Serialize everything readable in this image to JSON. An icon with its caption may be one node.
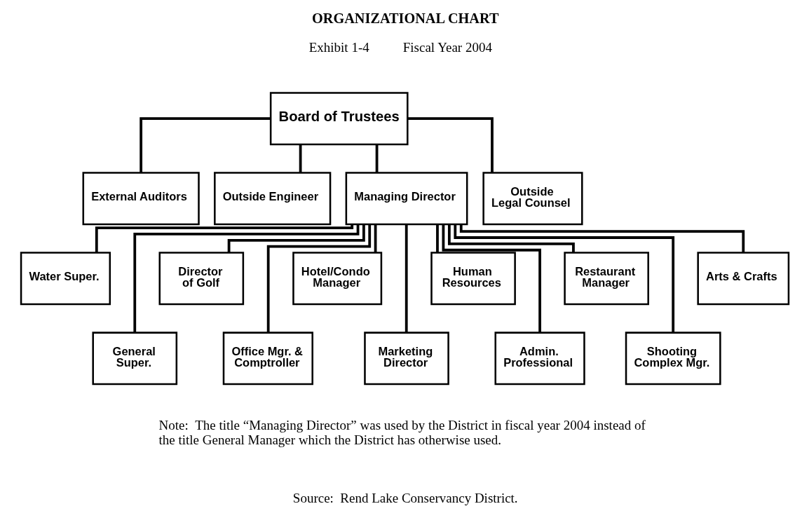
{
  "diagram": {
    "title": "ORGANIZATIONAL CHART",
    "nodes": [
      {
        "text": [
          "Board of Trustees"
        ]
      },
      {
        "text": [
          "External Auditors"
        ]
      },
      {
        "text": [
          "Outside Engineer"
        ]
      },
      {
        "text": [
          "Managing Director"
        ]
      },
      {
        "text": [
          "Outside Legal Counsel"
        ]
      },
      {
        "text": [
          "Water Super."
        ]
      },
      {
        "text": [
          "General Super."
        ]
      },
      {
        "text": [
          "Director of Golf"
        ]
      },
      {
        "text": [
          "Office Mgr. & Comptroller"
        ]
      },
      {
        "text": [
          "Hotel/Condo Manager"
        ]
      },
      {
        "text": [
          "Marketing Director"
        ]
      },
      {
        "text": [
          "Human Resources"
        ]
      },
      {
        "text": [
          "Admin. Professional"
        ]
      },
      {
        "text": [
          "Restaurant Manager"
        ]
      },
      {
        "text": [
          "Shooting Complex Mgr."
        ]
      },
      {
        "text": [
          "Arts & Crafts"
        ]
      }
    ],
    "edges": [
      {
        "from": 0,
        "to": 1,
        "arrow": "none"
      },
      {
        "from": 0,
        "to": 2,
        "arrow": "none"
      },
      {
        "from": 0,
        "to": 3,
        "arrow": "none"
      },
      {
        "from": 0,
        "to": 4,
        "arrow": "none"
      },
      {
        "from": 3,
        "to": 5,
        "arrow": "none"
      },
      {
        "from": 3,
        "to": 6,
        "arrow": "none"
      },
      {
        "from": 3,
        "to": 7,
        "arrow": "none"
      },
      {
        "from": 3,
        "to": 8,
        "arrow": "none"
      },
      {
        "from": 3,
        "to": 9,
        "arrow": "none"
      },
      {
        "from": 3,
        "to": 10,
        "arrow": "none"
      },
      {
        "from": 3,
        "to": 11,
        "arrow": "none"
      },
      {
        "from": 3,
        "to": 12,
        "arrow": "none"
      },
      {
        "from": 3,
        "to": 13,
        "arrow": "none"
      },
      {
        "from": 3,
        "to": 14,
        "arrow": "none"
      },
      {
        "from": 3,
        "to": 15,
        "arrow": "none"
      }
    ],
    "labels": [
      "Exhibit 1-4",
      "Fiscal Year 2004",
      "Note:  The title “Managing Director” was used by the District in fiscal year 2004 instead of the title General Manager which the District has otherwise used.",
      "Source:  Rend Lake Conservancy District."
    ]
  }
}
